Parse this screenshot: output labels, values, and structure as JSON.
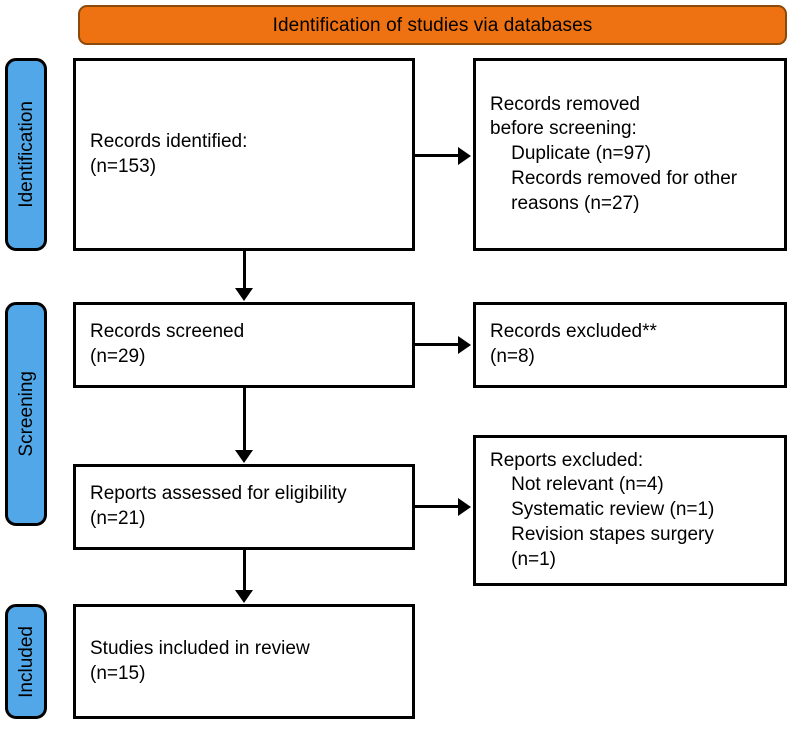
{
  "header": {
    "phase_label": "Identification of studies via databases",
    "accent_color": "#ee7211",
    "border_color": "#8a4a0c"
  },
  "stages": {
    "accent_color": "#51a7e8",
    "identification": "Identification",
    "screening": "Screening",
    "included": "Included"
  },
  "boxes": {
    "records_identified": "Records identified:\n(n=153)",
    "records_removed": "Records removed\nbefore screening:\n    Duplicate (n=97)\n    Records removed for other\n    reasons (n=27)",
    "records_screened": "Records screened\n(n=29)",
    "records_excluded": "Records excluded**\n(n=8)",
    "reports_assessed": "Reports assessed for eligibility\n(n=21)",
    "reports_excluded": "Reports excluded:\n    Not relevant (n=4)\n    Systematic review (n=1)\n    Revision stapes surgery\n    (n=1)",
    "studies_included": "Studies included in review\n(n=15)"
  },
  "chart_data": {
    "type": "diagram",
    "title": "PRISMA flow diagram",
    "phase": "Identification of studies via databases",
    "stages": [
      "Identification",
      "Screening",
      "Included"
    ],
    "nodes": [
      {
        "id": "records_identified",
        "stage": "Identification",
        "column": "left",
        "label": "Records identified:",
        "n": 153
      },
      {
        "id": "records_removed",
        "stage": "Identification",
        "column": "right",
        "label": "Records removed before screening:",
        "breakdown": [
          {
            "label": "Duplicate",
            "n": 97
          },
          {
            "label": "Records removed for other reasons",
            "n": 27
          }
        ]
      },
      {
        "id": "records_screened",
        "stage": "Screening",
        "column": "left",
        "label": "Records screened",
        "n": 29
      },
      {
        "id": "records_excluded",
        "stage": "Screening",
        "column": "right",
        "label": "Records excluded**",
        "n": 8
      },
      {
        "id": "reports_assessed",
        "stage": "Screening",
        "column": "left",
        "label": "Reports assessed for eligibility",
        "n": 21
      },
      {
        "id": "reports_excluded",
        "stage": "Screening",
        "column": "right",
        "label": "Reports excluded:",
        "breakdown": [
          {
            "label": "Not relevant",
            "n": 4
          },
          {
            "label": "Systematic review",
            "n": 1
          },
          {
            "label": "Revision stapes surgery",
            "n": 1
          }
        ]
      },
      {
        "id": "studies_included",
        "stage": "Included",
        "column": "left",
        "label": "Studies included in review",
        "n": 15
      }
    ],
    "edges": [
      {
        "from": "records_identified",
        "to": "records_removed",
        "direction": "right"
      },
      {
        "from": "records_identified",
        "to": "records_screened",
        "direction": "down"
      },
      {
        "from": "records_screened",
        "to": "records_excluded",
        "direction": "right"
      },
      {
        "from": "records_screened",
        "to": "reports_assessed",
        "direction": "down"
      },
      {
        "from": "reports_assessed",
        "to": "reports_excluded",
        "direction": "right"
      },
      {
        "from": "reports_assessed",
        "to": "studies_included",
        "direction": "down"
      }
    ]
  }
}
